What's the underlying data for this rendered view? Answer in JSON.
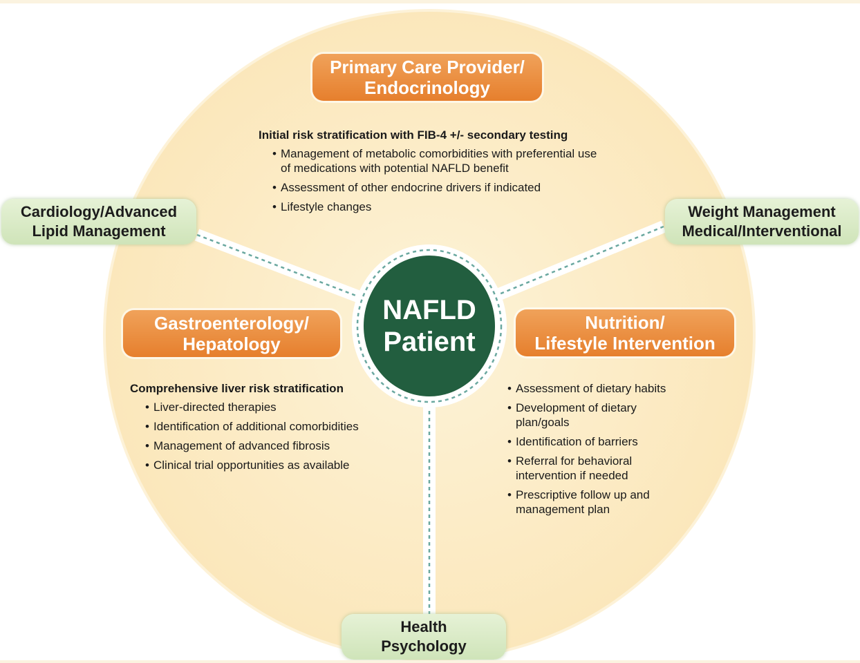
{
  "center": {
    "line1": "NAFLD",
    "line2": "Patient"
  },
  "primary_care": {
    "line1": "Primary Care Provider/",
    "line2": "Endocrinology",
    "heading": "Initial risk stratification with FIB-4 +/- secondary testing",
    "items": [
      "Management of metabolic comorbidities with preferential use of medications with potential NAFLD benefit",
      "Assessment of other endocrine drivers if indicated",
      "Lifestyle changes"
    ]
  },
  "gastro": {
    "line1": "Gastroenterology/",
    "line2": "Hepatology",
    "heading": "Comprehensive liver risk stratification",
    "items": [
      "Liver-directed therapies",
      "Identification of additional comorbidities",
      "Management of advanced fibrosis",
      "Clinical trial opportunities as available"
    ]
  },
  "nutrition": {
    "line1": "Nutrition/",
    "line2": "Lifestyle Intervention",
    "items": [
      "Assessment of dietary habits",
      "Development of dietary plan/goals",
      "Identification of barriers",
      "Referral for behavioral intervention if needed",
      "Prescriptive follow up and management plan"
    ]
  },
  "cardiology": {
    "line1": "Cardiology/Advanced",
    "line2": "Lipid Management"
  },
  "weight": {
    "line1": "Weight Management",
    "line2": "Medical/Interventional"
  },
  "psychology": {
    "line1": "Health",
    "line2": "Psychology"
  },
  "colors": {
    "big_circle": "#fcecc6",
    "center": "#225e3f",
    "orange": "#e67f2d",
    "green": "#d8eac4",
    "connector": "#6aa8a0"
  }
}
